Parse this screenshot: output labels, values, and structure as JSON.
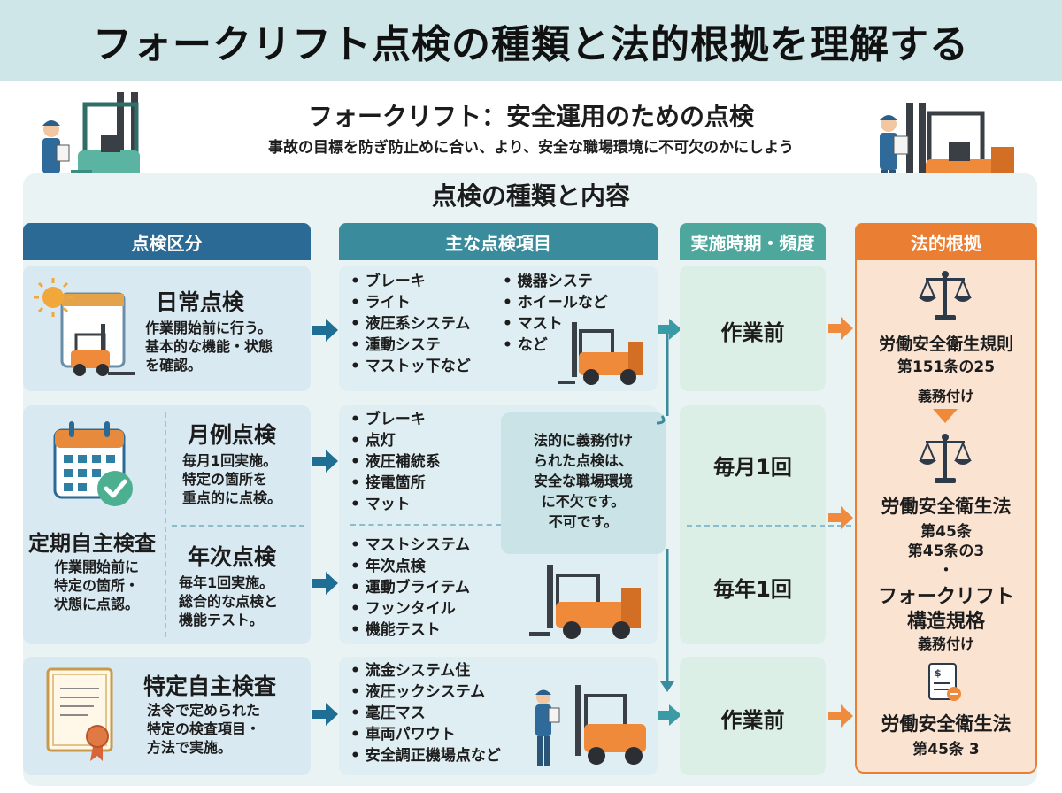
{
  "title": "フォークリフト点検の種類と法的根拠を理解する",
  "subtitle": "フォークリフト：安全運用のための点検",
  "tagline": "事故の目標を防ぎ防止めに合い、より、安全な職場環境に不可欠のかにしよう",
  "section_title": "点検の種類と内容",
  "columns": {
    "category": "点検区分",
    "items": "主な点検項目",
    "timing": "実施時期・頻度",
    "legal": "法的根拠"
  },
  "categories": {
    "daily": {
      "title": "日常点検",
      "desc": [
        "作業開始前に行う。",
        "基本的な機能・状態",
        "を確認。"
      ]
    },
    "periodic": {
      "title": "定期自主検査",
      "desc": [
        "作業開始前に",
        "特定の箇所・",
        "状態に点認。"
      ]
    },
    "monthly": {
      "title": "月例点検",
      "desc": [
        "毎月1回実施。",
        "特定の箇所を",
        "重点的に点検。"
      ]
    },
    "annual": {
      "title": "年次点検",
      "desc": [
        "毎年1回実施。",
        "総合的な点検と",
        "機能テスト。"
      ]
    },
    "specific": {
      "title": "特定自主検査",
      "desc": [
        "法令で定められた",
        "特定の検査項目・",
        "方法で実施。"
      ]
    }
  },
  "items": {
    "daily_left": [
      "ブレーキ",
      "ライト",
      "液圧系システム",
      "湩動システ",
      "マストッ下など"
    ],
    "daily_right": [
      "機器システ",
      "ホイールなど",
      "マスト",
      "など"
    ],
    "monthly": [
      "ブレーキ",
      "点灯",
      "液圧補統系",
      "接電箇所",
      "マット"
    ],
    "annual": [
      "マストシステム",
      "年次点検",
      "運動ブライテム",
      "フッンタイル",
      "機能テスト"
    ],
    "specific": [
      "流金システム住",
      "液圧ックシステム",
      "毫圧マス",
      "車両パワウト",
      "安全調正機場点など"
    ]
  },
  "note": [
    "法的に義務付け",
    "られた点検は、",
    "安全な職場環境",
    "に不欠です。",
    "不可です。"
  ],
  "timing": {
    "daily": "作業前",
    "monthly": "毎月1回",
    "annual": "毎年1回",
    "specific": "作業前"
  },
  "legal": {
    "law1_name": "労働安全衛生規則",
    "law1_article": "第151条の25",
    "law1_note": "義務付け",
    "law2_name": "労働安全衛生法",
    "law2_article1": "第45条",
    "law2_article2": "第45条の3",
    "bullet": "・",
    "law3_name1": "フォークリフト",
    "law3_name2": "構造規格",
    "law3_note": "義務付け",
    "law4_name": "労働安全衛生法",
    "law4_article": "第45条 3"
  },
  "colors": {
    "header_blue": "#2a6a94",
    "header_teal": "#3a8b9c",
    "header_green": "#4ea79c",
    "header_orange": "#ea7f33",
    "arrow_blue": "#1f6f95",
    "arrow_orange": "#f08a3c"
  }
}
